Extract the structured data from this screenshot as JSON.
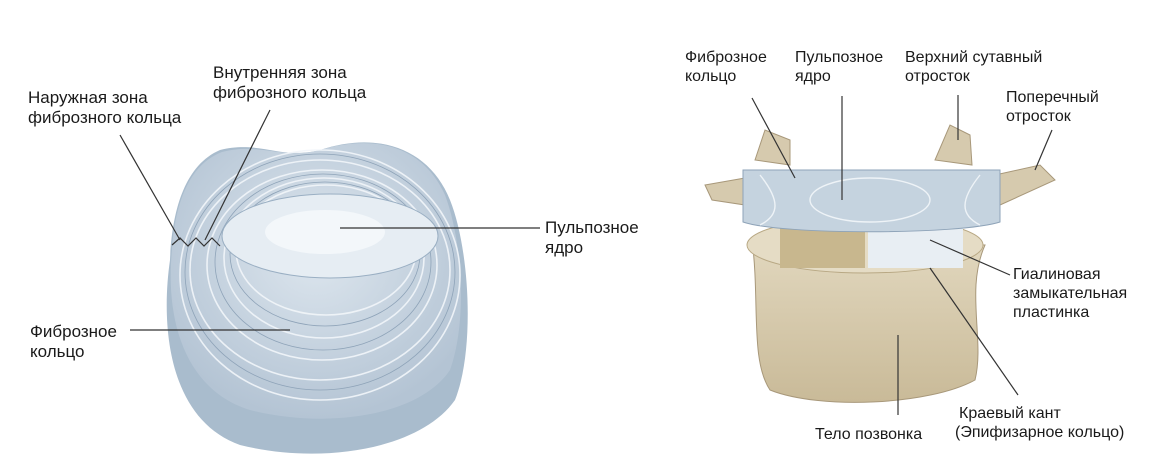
{
  "left_figure": {
    "inner_zone": [
      "Внутренняя зона",
      "фиброзного кольца"
    ],
    "outer_zone": [
      "Наружная зона",
      "фиброзного кольца"
    ],
    "nucleus": [
      "Пульпозное",
      "ядро"
    ],
    "annulus": [
      "Фиброзное",
      "кольцо"
    ]
  },
  "right_figure": {
    "annulus": [
      "Фиброзное",
      "кольцо"
    ],
    "nucleus": [
      "Пульпозное",
      "ядро"
    ],
    "superior_process": [
      "Верхний сутавный",
      "отросток"
    ],
    "transverse_process": [
      "Поперечный",
      "отросток"
    ],
    "endplate": [
      "Гиалиновая",
      "замыкательная",
      "пластинка"
    ],
    "ring": [
      "Краевый кант",
      "(Эпифизарное кольцо)"
    ],
    "body": "Тело позвонка"
  },
  "colors": {
    "disc": "#c9d6e2",
    "disc_line": "#9fb2c6",
    "nucleus": "#e4ecf2",
    "bone": "#d8ccb0",
    "bone_dark": "#b8a884",
    "line": "#333333"
  }
}
